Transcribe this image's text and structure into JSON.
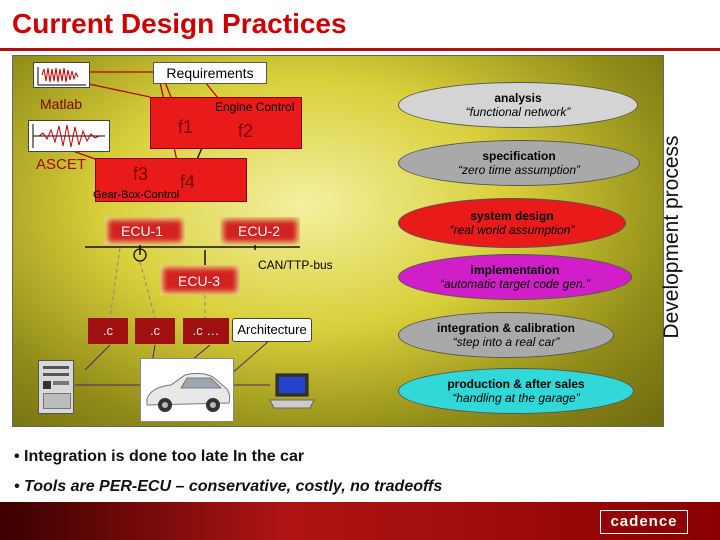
{
  "title": "Current Design Practices",
  "requirements": "Requirements",
  "tools": {
    "matlab": "Matlab",
    "ascet": "ASCET"
  },
  "functions": {
    "engine_control": "Engine Control",
    "gear_box_control": "Gear-Box-Control",
    "f1": "f1",
    "f2": "f2",
    "f3": "f3",
    "f4": "f4"
  },
  "ecus": {
    "ecu1": "ECU-1",
    "ecu2": "ECU-2",
    "ecu3": "ECU-3",
    "bus": "CAN/TTP-bus"
  },
  "files": [
    ".c",
    ".c",
    ".c …"
  ],
  "architecture": "Architecture",
  "process": [
    {
      "title": "analysis",
      "sub": "“functional network”",
      "color": "#d4d4d4"
    },
    {
      "title": "specification",
      "sub": "“zero time assumption”",
      "color": "#a9a9a9"
    },
    {
      "title": "system design",
      "sub": "“real world assumption”",
      "color": "#e81a1a"
    },
    {
      "title": "implementation",
      "sub": "“automatic target code gen.”",
      "color": "#d01ec8"
    },
    {
      "title": "integration & calibration",
      "sub": "“step into a real car”",
      "color": "#a9a9a9"
    },
    {
      "title": "production & after sales",
      "sub": "“handling at the garage”",
      "color": "#30d8d8"
    }
  ],
  "development_process": "Development process",
  "bullets": [
    "Integration is done too late In the car",
    "Tools are PER-ECU – conservative, costly, no tradeoffs"
  ],
  "logo": "cadence"
}
